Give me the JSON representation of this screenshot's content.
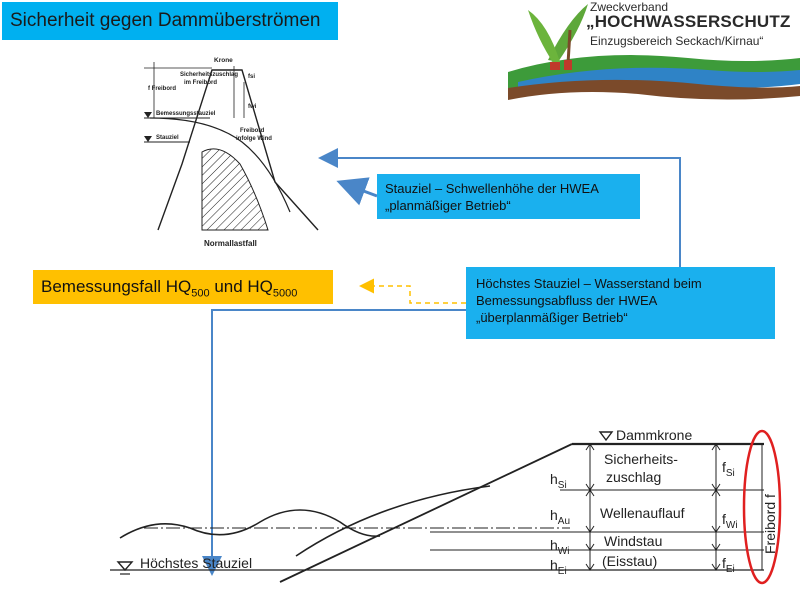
{
  "title": "Sicherheit gegen Dammüberströmen",
  "logo": {
    "line1": "Zweckverband",
    "line2": "„HOCHWASSERSCHUTZ",
    "line3": "Einzugsbereich Seckach/Kirnau“"
  },
  "callouts": {
    "stauziel": {
      "line1": "Stauziel – Schwellenhöhe der HWEA",
      "line2": "„planmäßiger Betrieb“"
    },
    "hoechstes": {
      "line1": "Höchstes Stauziel – Wasserstand beim",
      "line2": "Bemessungsabfluss der HWEA",
      "line3": "„überplanmäßiger Betrieb“"
    },
    "bemessung": {
      "prefix": "Bemessungsfall HQ",
      "sub1": "500",
      "mid": " und HQ",
      "sub2": "5000"
    }
  },
  "top_diagram": {
    "krone": "Krone",
    "sicherheits1": "Sicherheitszuschlag",
    "sicherheits2": "im Freibord",
    "fsi": "fsi",
    "freibord": "f  Freibord",
    "bemessungsstauziel": "Bemessungsstauziel",
    "fwi": "fwi",
    "stauziel": "Stauziel",
    "freibord_wind1": "Freibord",
    "freibord_wind2": "infolge Wind",
    "normallastfall": "Normallastfall"
  },
  "bottom_diagram": {
    "dammkrone": "Dammkrone",
    "hsi": "h",
    "hsi_sub": "Si",
    "hau": "h",
    "hau_sub": "Au",
    "hwi": "h",
    "hwi_sub": "Wi",
    "hei": "h",
    "hei_sub": "Ei",
    "sicherheits1": "Sicherheits-",
    "sicherheits2": "zuschlag",
    "wellenauflauf": "Wellenauflauf",
    "windstau": "Windstau",
    "eisstau": "(Eisstau)",
    "fsi": "f",
    "fsi_sub": "Si",
    "fwi": "f",
    "fwi_sub": "Wi",
    "fei": "f",
    "fei_sub": "Ei",
    "freibord": "Freibord f",
    "hoechstes_stauziel": "Höchstes Stauziel"
  },
  "colors": {
    "title_bg": "#00b0f0",
    "callout_bg": "#1ab0ee",
    "bemessung_bg": "#ffc000",
    "arrow_blue": "#4a86c8",
    "arrow_dashed": "#ffc000",
    "ellipse_red": "#e02020"
  }
}
